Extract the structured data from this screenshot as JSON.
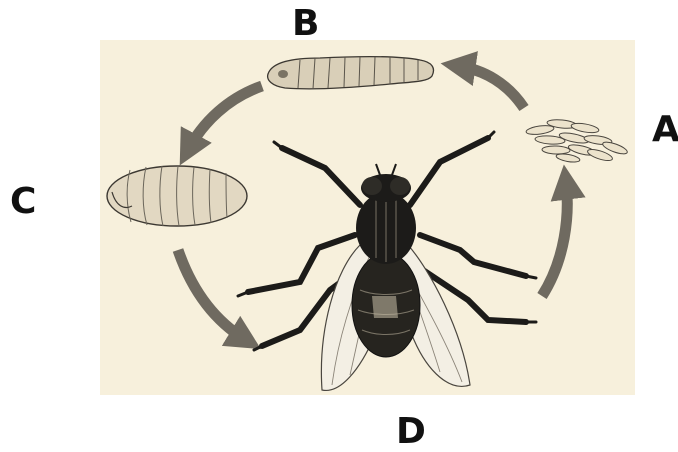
{
  "labels": {
    "a": "A",
    "b": "B",
    "c": "C",
    "d": "D"
  },
  "colors": {
    "paper": "#f7f0dc",
    "arrow": "#6f6a60",
    "ink": "#1c1b19",
    "body_shade": "#d8cdb4",
    "wing": "#f3efe4"
  },
  "stages": [
    "eggs",
    "larva",
    "pupa",
    "adult-fly"
  ]
}
